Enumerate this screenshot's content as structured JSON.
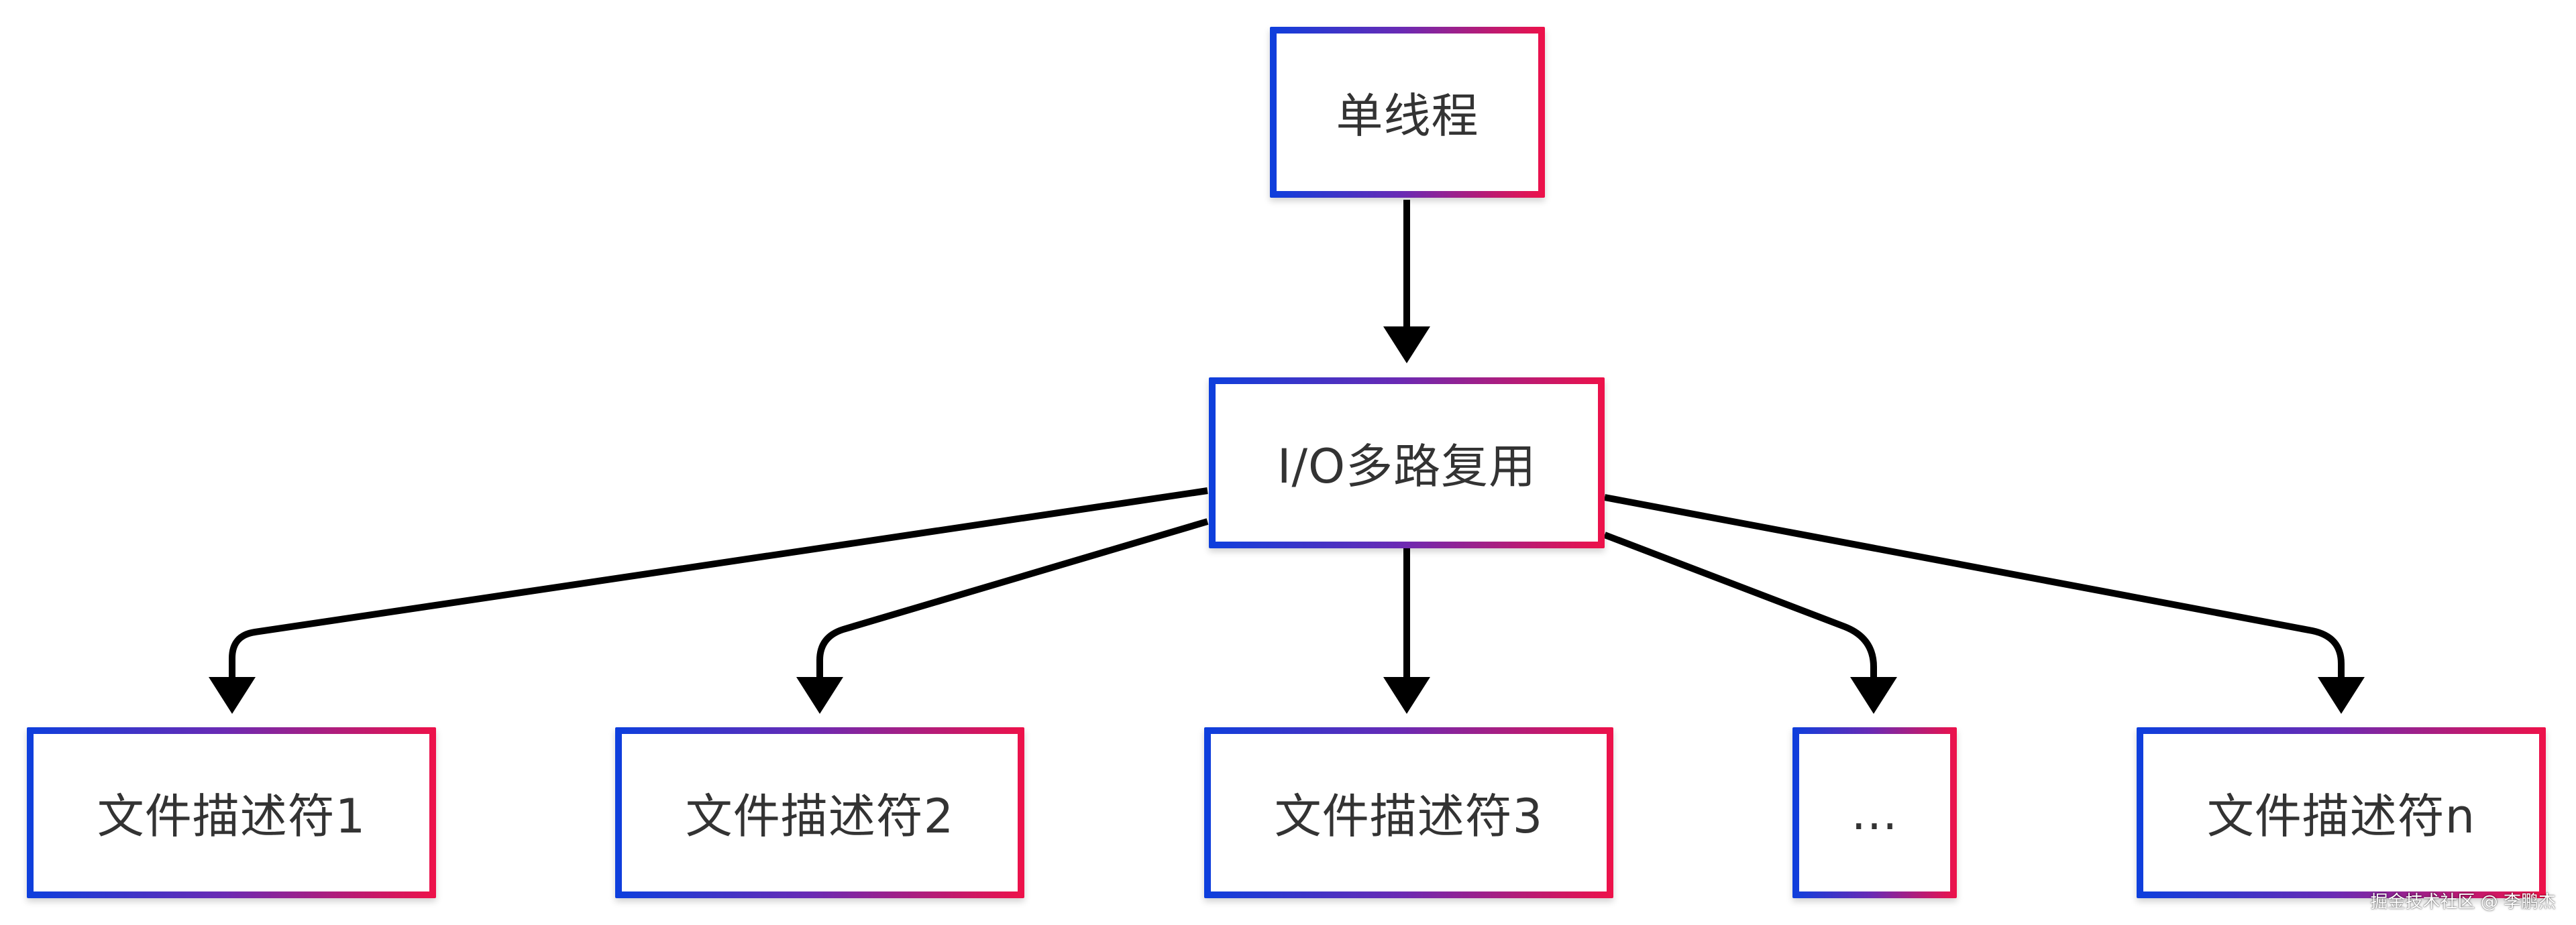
{
  "diagram": {
    "nodes": [
      {
        "id": "single-thread",
        "label": "单线程"
      },
      {
        "id": "io-multiplexing",
        "label": "I/O多路复用"
      },
      {
        "id": "fd-1",
        "label": "文件描述符1"
      },
      {
        "id": "fd-2",
        "label": "文件描述符2"
      },
      {
        "id": "fd-3",
        "label": "文件描述符3"
      },
      {
        "id": "fd-ellipsis",
        "label": "..."
      },
      {
        "id": "fd-n",
        "label": "文件描述符n"
      }
    ],
    "edges": [
      {
        "from": "single-thread",
        "to": "io-multiplexing"
      },
      {
        "from": "io-multiplexing",
        "to": "fd-1"
      },
      {
        "from": "io-multiplexing",
        "to": "fd-2"
      },
      {
        "from": "io-multiplexing",
        "to": "fd-3"
      },
      {
        "from": "io-multiplexing",
        "to": "fd-ellipsis"
      },
      {
        "from": "io-multiplexing",
        "to": "fd-n"
      }
    ],
    "colors": {
      "border_start": "#0d3fdd",
      "border_mid": "#6a2ab4",
      "border_end": "#ee1149",
      "edge": "#000000",
      "text": "#333333"
    }
  },
  "watermark": "掘金技术社区 @ 李鹏杰"
}
